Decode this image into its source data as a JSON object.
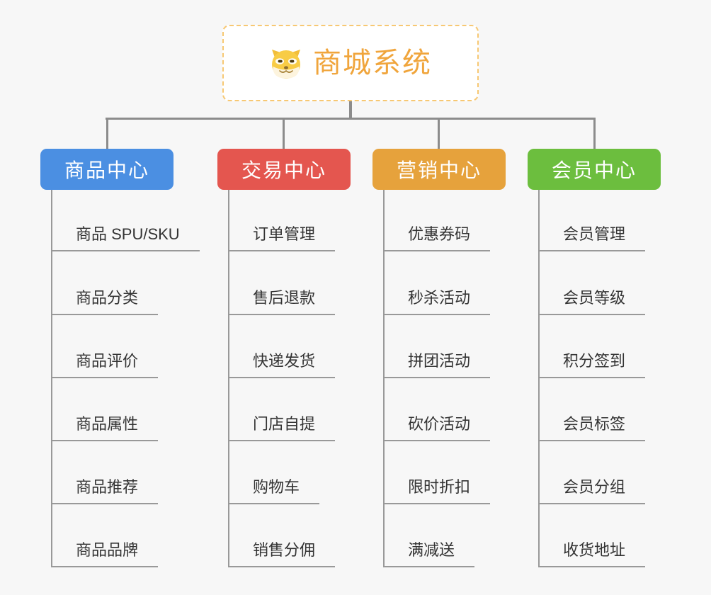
{
  "root": {
    "title": "商城系统",
    "icon": "shiba-dog-icon"
  },
  "theme": {
    "background": "#f7f7f7",
    "connector_color": "#8c8c8c",
    "leaf_line_color": "#999999",
    "leaf_text_color": "#333333",
    "root_text_color": "#f0a53c",
    "root_border_color": "#f7c873",
    "node_text_color": "#ffffff"
  },
  "branches": [
    {
      "id": "product-center",
      "label": "商品中心",
      "color": "#4b8fe2",
      "items": [
        "商品 SPU/SKU",
        "商品分类",
        "商品评价",
        "商品属性",
        "商品推荐",
        "商品品牌"
      ]
    },
    {
      "id": "trade-center",
      "label": "交易中心",
      "color": "#e4564f",
      "items": [
        "订单管理",
        "售后退款",
        "快递发货",
        "门店自提",
        "购物车",
        "销售分佣"
      ]
    },
    {
      "id": "marketing-center",
      "label": "营销中心",
      "color": "#e6a23c",
      "items": [
        "优惠券码",
        "秒杀活动",
        "拼团活动",
        "砍价活动",
        "限时折扣",
        "满减送"
      ]
    },
    {
      "id": "member-center",
      "label": "会员中心",
      "color": "#6cbe3e",
      "items": [
        "会员管理",
        "会员等级",
        "积分签到",
        "会员标签",
        "会员分组",
        "收货地址"
      ]
    }
  ]
}
